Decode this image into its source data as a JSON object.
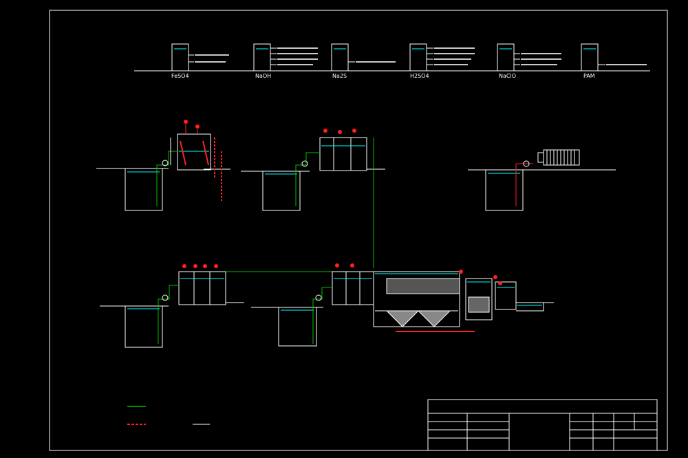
{
  "drawing": {
    "background": "#000000",
    "line_colors": {
      "outline": "#ffffff",
      "water_pipe": "#00c000",
      "sludge_pipe": "#ff2020",
      "water_level": "#00ffff",
      "annotation": "#ffff00"
    }
  },
  "dosing": {
    "tanks": [
      {
        "name": "FeSO4"
      },
      {
        "name": "NaOH"
      },
      {
        "name": "Na2S"
      },
      {
        "name": "H2SO4"
      },
      {
        "name": "NaClO"
      },
      {
        "name": "PAM"
      }
    ]
  },
  "units": {
    "first_tank_label": "",
    "first_reaction_label": "",
    "second_tank_label": "",
    "second_reaction_label": "",
    "sludge_tank_label": "",
    "third_tank_label": "",
    "third_reaction_label": "",
    "fourth_tank_label": "",
    "fourth_reaction_label": "",
    "sedimentation_label": "",
    "sand_filter_label": "",
    "resin_label": "",
    "discharge_label": ""
  },
  "legend": {
    "title": "",
    "water_pipe": "",
    "sludge_pipe": "",
    "dosing_pipe": ""
  },
  "title_block": {
    "project_name_label": "",
    "rows": []
  }
}
